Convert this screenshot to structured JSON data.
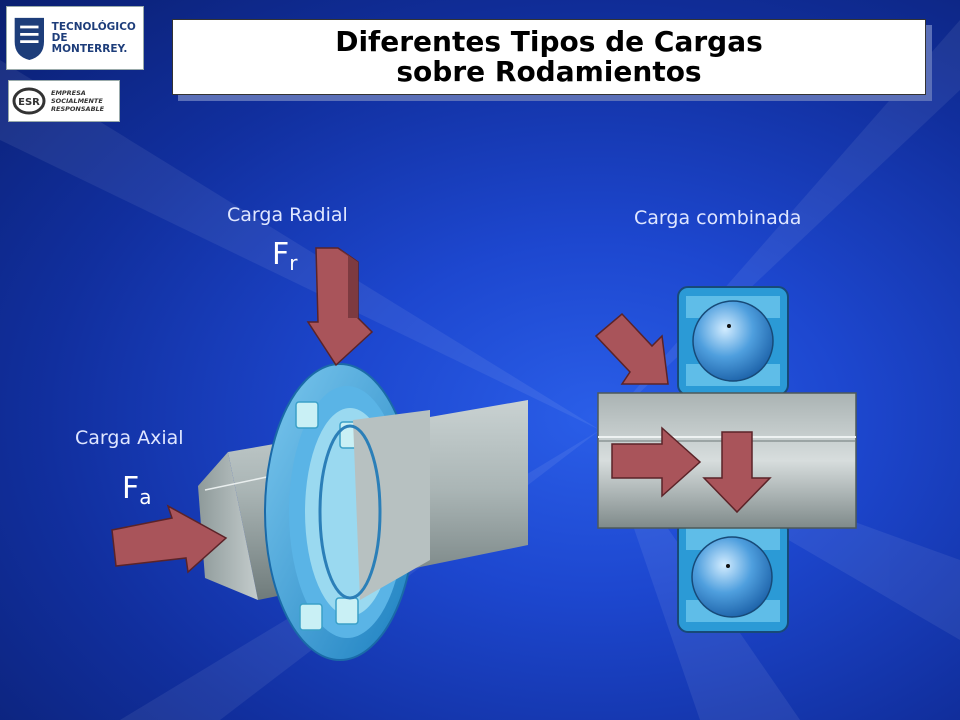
{
  "slide": {
    "title": "Diferentes Tipos de Cargas sobre Rodamientos"
  },
  "logos": {
    "tec_line1": "TECNOLÓGICO",
    "tec_line2": "DE MONTERREY.",
    "esr_badge": "ESR",
    "esr_line1": "EMPRESA",
    "esr_line2": "SOCIALMENTE",
    "esr_line3": "RESPONSABLE"
  },
  "labels": {
    "radial": "Carga Radial",
    "axial": "Carga Axial",
    "combined": "Carga combinada"
  },
  "forces": {
    "radial_symbol": "F",
    "radial_sub": "r",
    "axial_symbol": "F",
    "axial_sub": "a"
  },
  "colors": {
    "arrow": "#a9545a",
    "bearing_blue": "#2b9ad6",
    "shaft_gray": "#9aa5a5"
  }
}
